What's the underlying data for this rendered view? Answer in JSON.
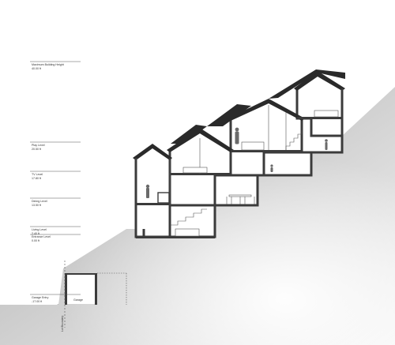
{
  "drawing": {
    "type": "architectural section",
    "colors": {
      "wall": "#3b3b3b",
      "roof": "#2a2a2a",
      "ground_dark": "#a9a9a9",
      "ground_light": "#f6f6f6",
      "line": "#555555"
    }
  },
  "levels": [
    {
      "name": "Maximum Building Height",
      "elevation": "40.00 ft"
    },
    {
      "name": "Play Level",
      "elevation": "20.50 ft"
    },
    {
      "name": "TV Level",
      "elevation": "17.80 ft"
    },
    {
      "name": "Dining Level",
      "elevation": "13.50 ft"
    },
    {
      "name": "Living Level",
      "elevation": "2.40 ft"
    },
    {
      "name": "Entrance Level",
      "elevation": "0.00 ft"
    },
    {
      "name": "Garage Entry",
      "elevation": "-17.00 ft"
    }
  ],
  "rooms": [
    {
      "name": "Garage"
    }
  ],
  "annotations": [
    {
      "text": "Lot Boundary"
    }
  ]
}
